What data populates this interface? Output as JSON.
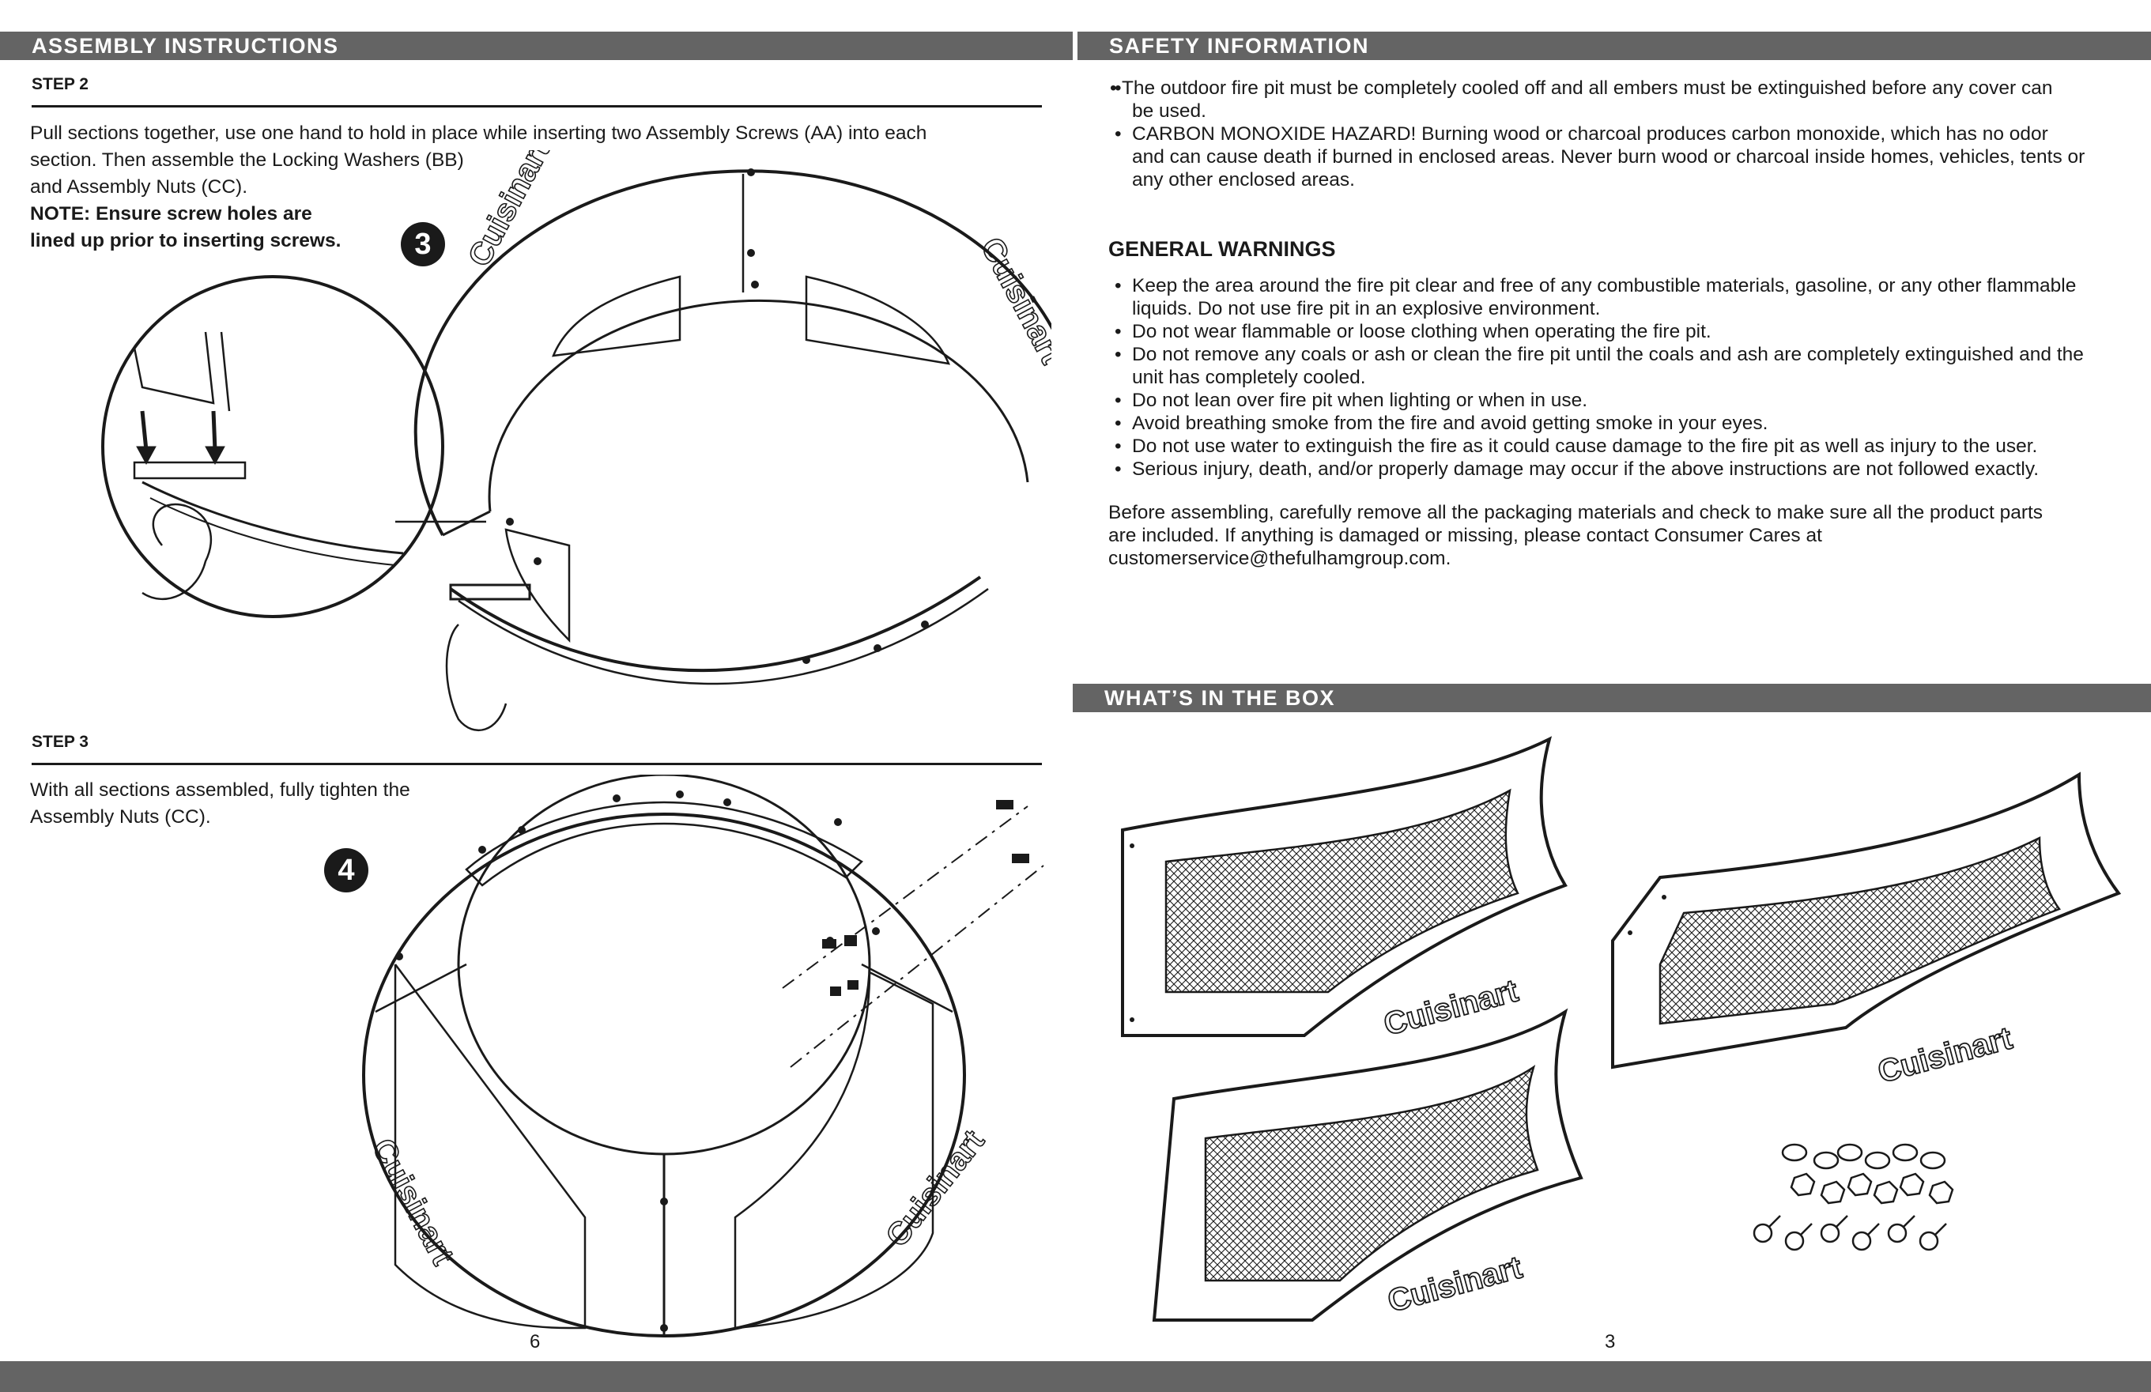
{
  "left": {
    "header": "ASSEMBLY INSTRUCTIONS",
    "step2": {
      "title": "STEP 2",
      "text_lines": [
        "Pull sections together, use one hand to hold in place while inserting two Assembly Screws (AA) into each",
        "section. Then assemble the Locking Washers (BB)",
        "and Assembly Nuts (CC)."
      ],
      "note_lines": [
        "NOTE: Ensure screw holes are",
        "lined up prior to inserting screws."
      ],
      "figure_number": "3"
    },
    "step3": {
      "title": "STEP 3",
      "text_lines": [
        "With all sections assembled, fully tighten the",
        "Assembly Nuts (CC)."
      ],
      "figure_number": "4"
    },
    "brand_mark": "Cuisinart",
    "page_number": "6"
  },
  "right": {
    "header": "SAFETY INFORMATION",
    "safety_items": [
      [
        "• The outdoor fire pit must be completely cooled off and all embers must be extinguished before any cover can",
        "be used."
      ],
      [
        "CARBON MONOXIDE HAZARD! Burning wood or charcoal produces carbon monoxide, which has no odor",
        "and can cause death if burned in enclosed areas. Never burn wood or charcoal inside homes, vehicles, tents or",
        "any other enclosed areas."
      ]
    ],
    "general_warnings_title": "GENERAL WARNINGS",
    "warning_items": [
      [
        "Keep the area around the fire pit clear and free of any combustible materials, gasoline, or any other flammable",
        "liquids. Do not use fire pit in an explosive environment."
      ],
      [
        "Do not wear flammable or loose clothing when operating the fire pit."
      ],
      [
        "Do not remove any coals or ash or clean the fire pit until the coals and ash are completely extinguished and the",
        "unit has completely cooled."
      ],
      [
        "Do not lean over fire pit when lighting or when in use."
      ],
      [
        "Avoid breathing smoke from the fire and avoid getting smoke in your eyes."
      ],
      [
        "Do not use water to extinguish the fire as it could cause damage to the fire pit as well as injury to the user."
      ],
      [
        "Serious injury, death, and/or properly damage may occur if the above instructions are not followed exactly."
      ]
    ],
    "before_lines": [
      "Before assembling, carefully remove all the packaging materials and check to make sure all the product parts",
      "are included. If anything is damaged or missing, please contact Consumer Cares at",
      "customerservice@thefulhamgroup.com."
    ],
    "box_header": "WHAT’S IN THE BOX",
    "brand_mark": "Cuisinart",
    "page_number": "3"
  },
  "colors": {
    "header_bar": "#646464",
    "ink": "#1a1a1a",
    "background": "#ffffff"
  }
}
